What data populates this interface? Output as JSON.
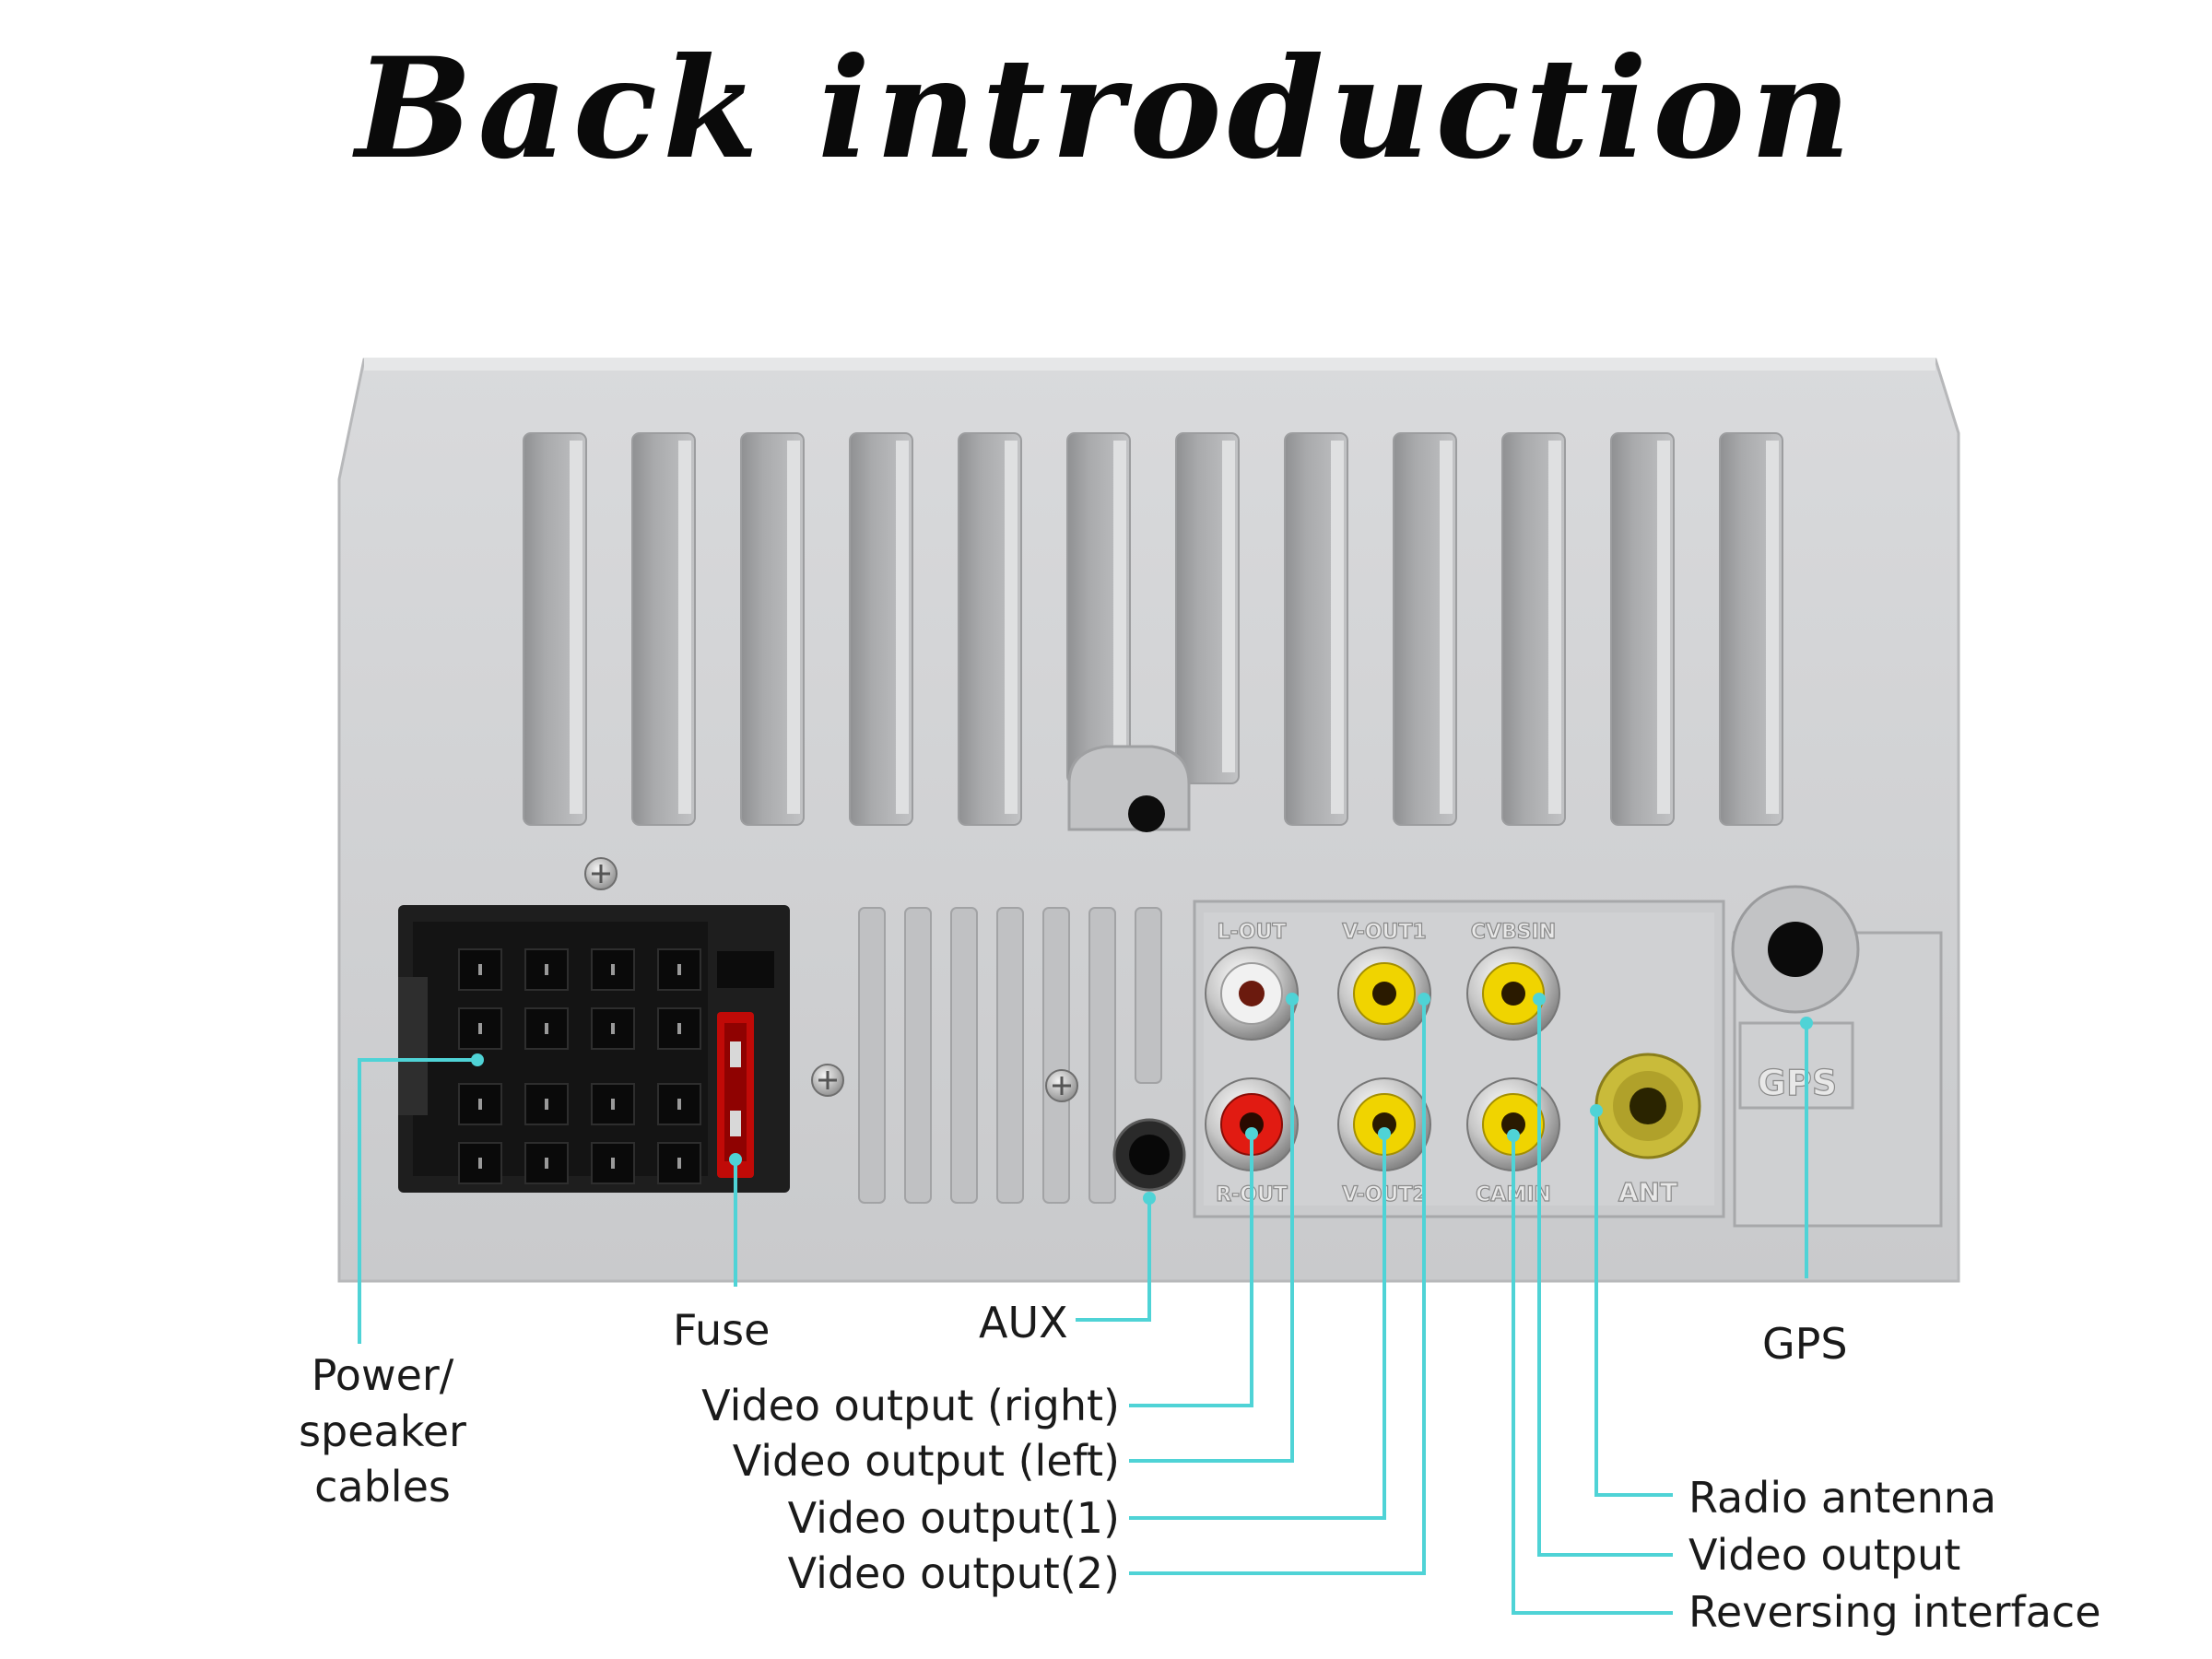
{
  "title": "Back introduction",
  "colors": {
    "leader": "#4fd3d6",
    "panel": "#d4d5d7",
    "rca_yellow": "#f0d400",
    "rca_red": "#e11b12"
  },
  "panel_markings": {
    "l_out": "L-OUT",
    "v_out1": "V-OUT1",
    "cvbs_in": "CVBSIN",
    "r_out": "R-OUT",
    "v_out2": "V-OUT2",
    "cam_in": "CAMIN",
    "ant": "ANT",
    "gps": "GPS"
  },
  "callouts": {
    "power": "Power/\nspeaker cables",
    "fuse": "Fuse",
    "aux": "AUX",
    "video_right": "Video output (right)",
    "video_left": "Video output (left)",
    "video_1": "Video output(1)",
    "video_2": "Video output(2)",
    "gps": "GPS",
    "radio_antenna": "Radio antenna",
    "video_output": "Video output",
    "reversing": "Reversing interface"
  }
}
